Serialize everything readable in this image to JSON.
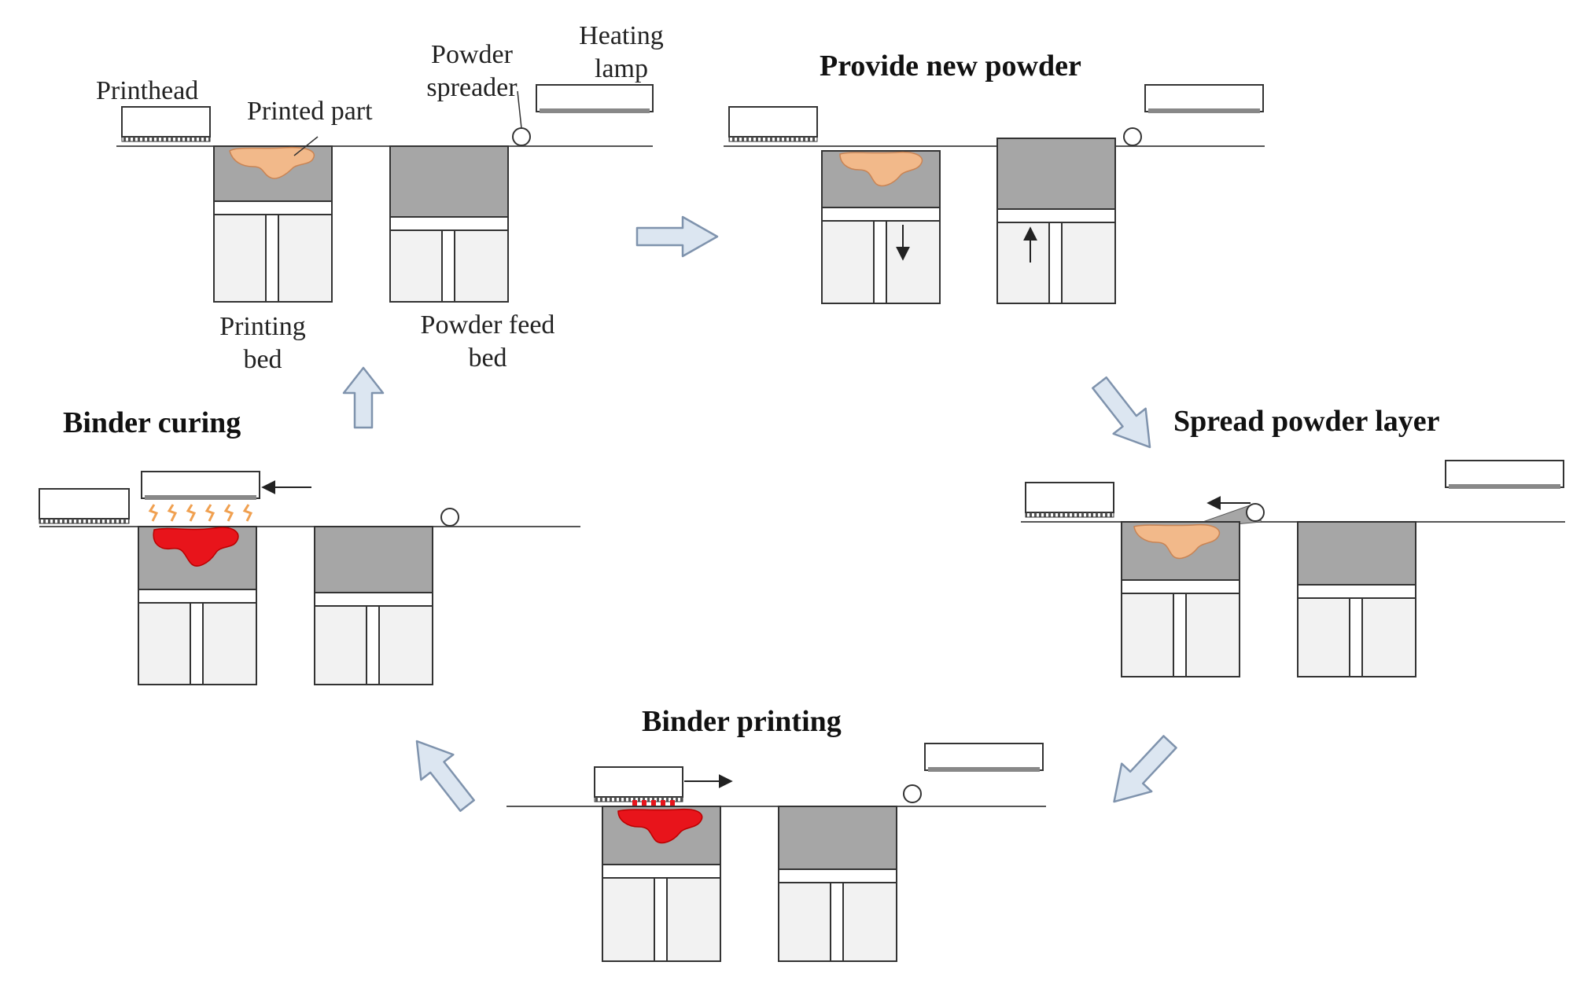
{
  "header_fragment": "",
  "labels": {
    "printhead": "Printhead",
    "printed_part": "Printed part",
    "powder_spreader": [
      "Powder",
      "spreader"
    ],
    "heating_lamp": [
      "Heating",
      "lamp"
    ],
    "printing_bed": [
      "Printing",
      "bed"
    ],
    "powder_feed_bed": [
      "Powder feed",
      "bed"
    ]
  },
  "steps": {
    "provide_new_powder": "Provide new powder",
    "spread_powder_layer": "Spread powder layer",
    "binder_printing": "Binder printing",
    "binder_curing": "Binder curing"
  },
  "colors": {
    "powder": "#a6a6a6",
    "printed_part": "#f2b98a",
    "binder": "#e8141b",
    "cycle_arrow_fill": "#dce6f1",
    "cycle_arrow_stroke": "#7f93ad"
  }
}
